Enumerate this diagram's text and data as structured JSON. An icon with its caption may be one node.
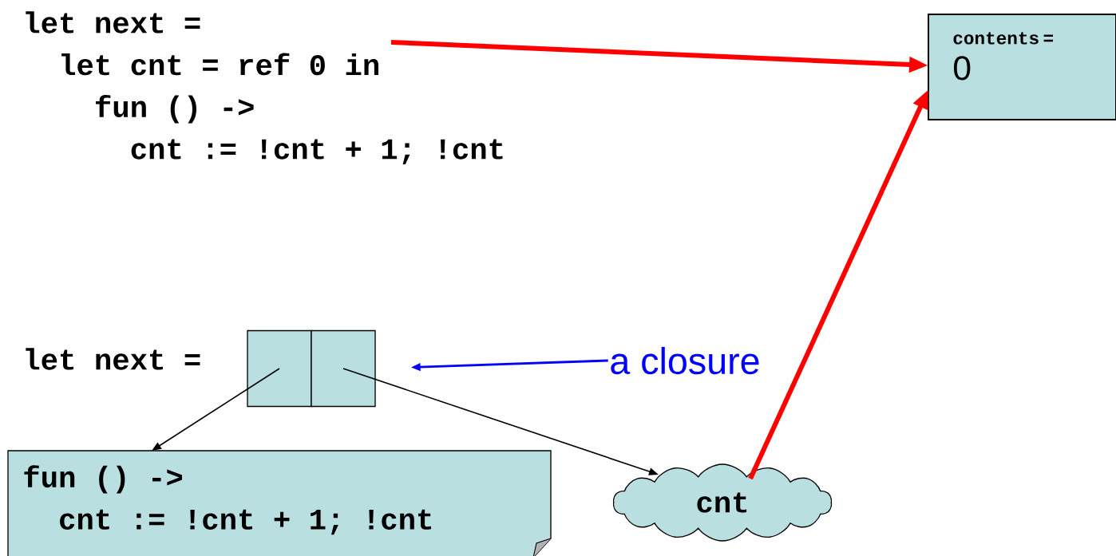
{
  "diagram": {
    "nodes": [
      {
        "text": [
          "let next =",
          "let cnt = ref 0 in",
          "fun () ->",
          "cnt := !cnt + 1; !cnt"
        ]
      },
      {
        "text": [
          "contents =",
          "0"
        ]
      },
      {
        "text": [],
        "shape": "box"
      },
      {
        "text": [],
        "shape": "box"
      },
      {
        "text": [
          "fun () ->",
          "cnt := !cnt + 1; !cnt"
        ]
      },
      {
        "text": [
          "cnt"
        ]
      },
      {
        "text": [
          "a closure"
        ]
      }
    ],
    "edges": [
      {
        "from": 0,
        "to": 1,
        "arrow": "to",
        "style": "thick",
        "color": "#ff0000"
      },
      {
        "from": 5,
        "to": 1,
        "arrow": "to",
        "style": "thick",
        "color": "#ff0000"
      },
      {
        "from": 2,
        "to": 4,
        "arrow": "to",
        "color": "#000000"
      },
      {
        "from": 3,
        "to": 5,
        "arrow": "to",
        "color": "#000000"
      },
      {
        "from": 6,
        "to": 3,
        "arrow": "to",
        "color": "#0000ff"
      }
    ],
    "labels": [
      "let next ="
    ]
  }
}
